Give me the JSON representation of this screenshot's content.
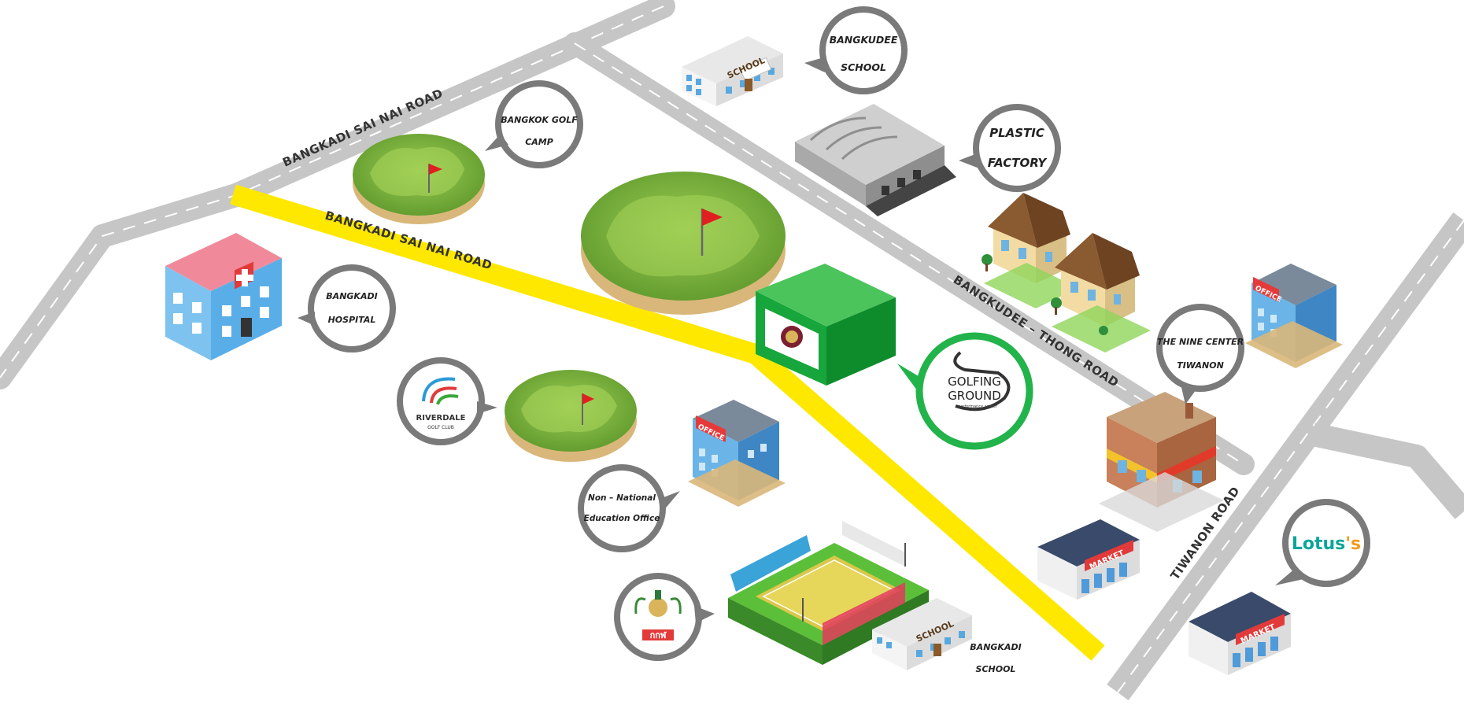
{
  "roads": {
    "sai_nai_top": "BANGKADI SAI NAI ROAD",
    "sai_nai_yellow": "BANGKADI SAI NAI ROAD",
    "bangkudee_thong": "BANGKUDEE – THONG ROAD",
    "tiwanon": "TIWANON ROAD"
  },
  "places": {
    "bangkudee_school": {
      "line1": "BANGKUDEE",
      "line2": "SCHOOL"
    },
    "plastic_factory": {
      "line1": "PLASTIC",
      "line2": "FACTORY"
    },
    "bangkok_golf_camp": {
      "line1": "BANGKOK GOLF",
      "line2": "CAMP"
    },
    "bangkadi_hospital": {
      "line1": "BANGKADI",
      "line2": "HOSPITAL"
    },
    "nine_center": {
      "line1": "THE NINE CENTER",
      "line2": "TIWANON"
    },
    "education_office": {
      "line1": "Non – National",
      "line2": "Education Office"
    },
    "bangkadi_school": {
      "line1": "BANGKADI",
      "line2": "SCHOOL"
    }
  },
  "logos": {
    "golfing_ground": {
      "line1": "GOLFING",
      "line2": "GROUND",
      "tagline": "performance center"
    },
    "riverdale": {
      "line1": "RIVERDALE",
      "line2": "GOLF CLUB"
    },
    "lotus": "Lotus's",
    "emblem_text": "กกฬ"
  },
  "building_signs": {
    "school": "SCHOOL",
    "office": "OFFICE",
    "market": "MARKET"
  },
  "colors": {
    "road_gray": "#c8c8c8",
    "yellow_road": "#ffe800",
    "bubble_border": "#7a7a7a",
    "golfing_green": "#22b34a",
    "grass": "#7bb33a",
    "lotus_teal": "#0aa69a",
    "lotus_orange": "#f39a1a"
  }
}
